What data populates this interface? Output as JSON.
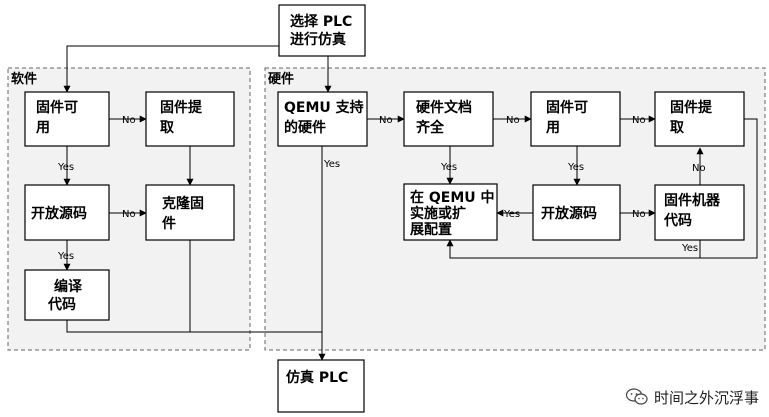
{
  "regions": {
    "software": "软件",
    "hardware": "硬件"
  },
  "nodes": {
    "start": [
      "选择 PLC",
      "进行仿真"
    ],
    "sw_firmware_available": [
      "固件可",
      "用"
    ],
    "sw_firmware_extract": [
      "固件提",
      "取"
    ],
    "sw_open_source": [
      "开放源码"
    ],
    "sw_clone_firmware": [
      "克隆固",
      "件"
    ],
    "sw_compile_code": [
      "编译",
      "代码"
    ],
    "hw_qemu_support": [
      "QEMU 支持",
      "的硬件"
    ],
    "hw_docs_complete": [
      "硬件文档",
      "齐全"
    ],
    "hw_firmware_available": [
      "固件可",
      "用"
    ],
    "hw_firmware_extract": [
      "固件提",
      "取"
    ],
    "hw_implement_qemu": [
      "在 QEMU 中",
      "实施或扩",
      "展配置"
    ],
    "hw_open_source": [
      "开放源码"
    ],
    "hw_firmware_machine_code": [
      "固件机器",
      "代码"
    ],
    "end": [
      "仿真 PLC"
    ]
  },
  "edge_labels": {
    "no": "No",
    "yes": "Yes"
  },
  "watermark": {
    "icon": "wechat-icon",
    "text": "时间之外沉浮事"
  }
}
